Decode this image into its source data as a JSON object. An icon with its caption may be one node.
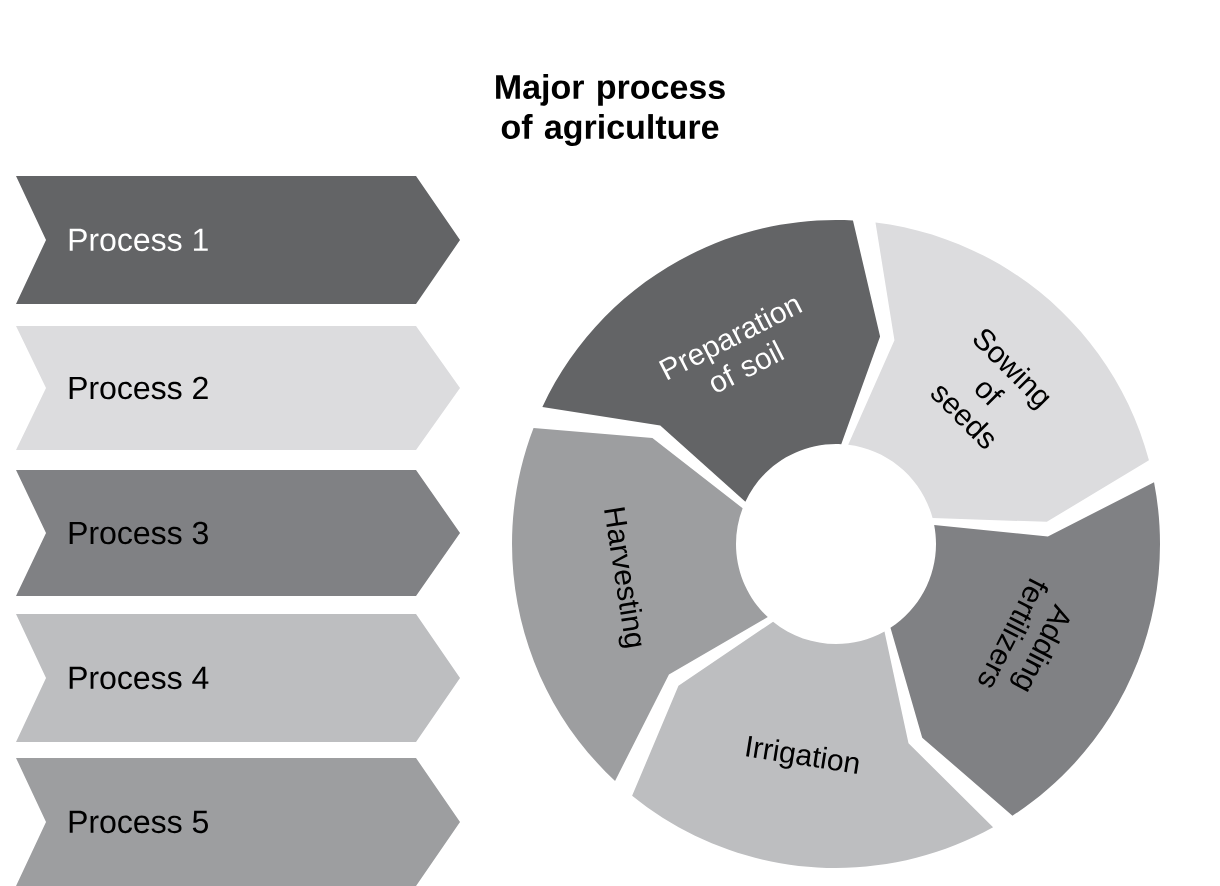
{
  "diagram": {
    "title": "Major process of agriculture",
    "nodes": [
      {
        "text": [
          "Process 1"
        ]
      },
      {
        "text": [
          "Process 2"
        ]
      },
      {
        "text": [
          "Process 3"
        ]
      },
      {
        "text": [
          "Process 4"
        ]
      },
      {
        "text": [
          "Process 5"
        ]
      },
      {
        "text": [
          "Preparation of soil"
        ]
      },
      {
        "text": [
          "Sowing of seeds"
        ]
      },
      {
        "text": [
          "Adding fertilizers"
        ]
      },
      {
        "text": [
          "Irrigation"
        ]
      },
      {
        "text": [
          "Harvesting"
        ]
      }
    ]
  }
}
